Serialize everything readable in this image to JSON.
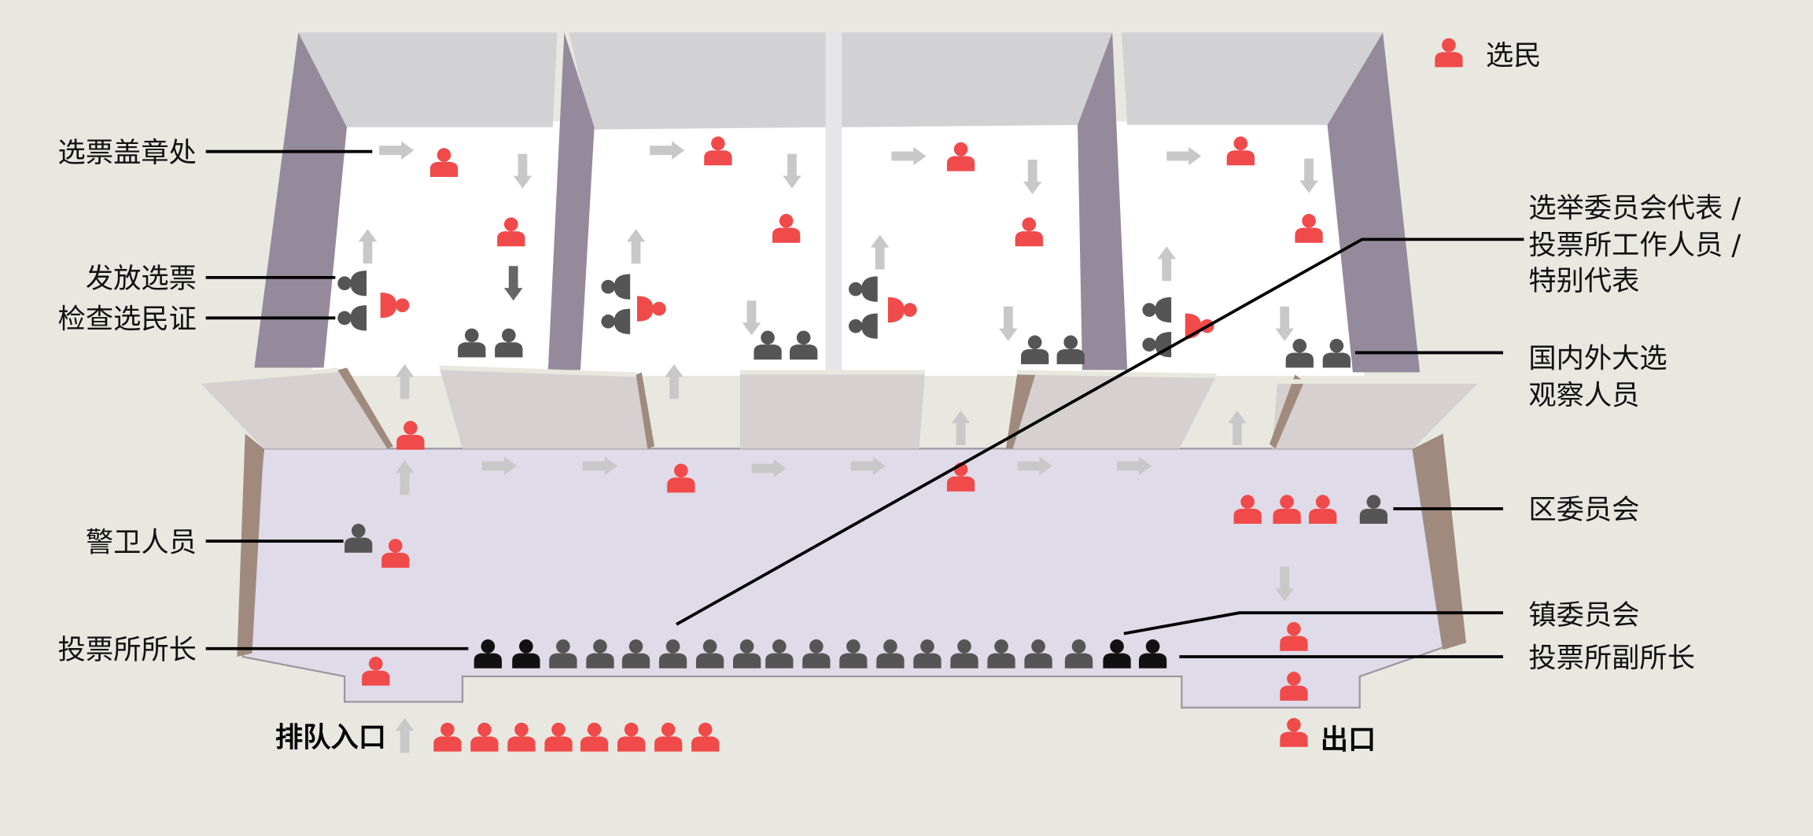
{
  "legend": {
    "voter_label": "选民"
  },
  "labels": {
    "stamp": "选票盖章处",
    "issue_ballot": "发放选票",
    "check_card": "检查选民证",
    "guard": "警卫人员",
    "presiding_officer": "投票所所长",
    "queue_entrance": "排队入口",
    "exit": "出口",
    "commission_line1": "选举委员会代表 /",
    "commission_line2": "投票所工作人员 /",
    "commission_line3": "特别代表",
    "observers_line1": "国内外大选",
    "observers_line2": "观察人员",
    "district_committee": "区委员会",
    "town_committee": "镇委员会",
    "deputy_officer": "投票所副所长"
  },
  "colors": {
    "voter": "#f04a4a",
    "official": "#555555",
    "officer": "#111111",
    "arrow": "#c8c8c8",
    "floor": "#e0dbe8",
    "wall": "#958a9c"
  }
}
